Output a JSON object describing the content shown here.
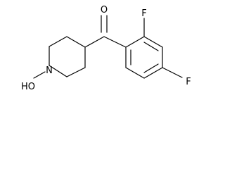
{
  "molecule": {
    "atoms": {
      "oxygen": "O",
      "fluorine_ortho": "F",
      "fluorine_para": "F",
      "hydroxy": "HO",
      "nitrogen": "N"
    }
  }
}
